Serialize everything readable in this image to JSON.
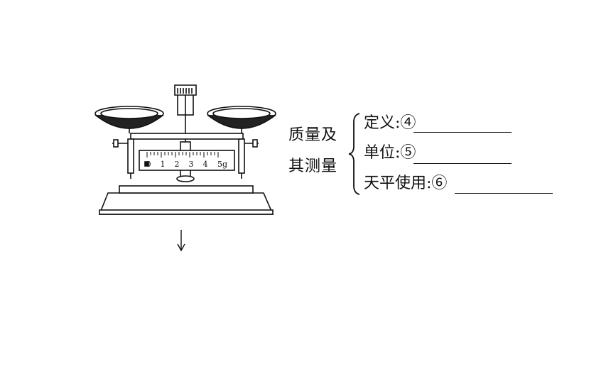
{
  "scale_labels": [
    "0",
    "1",
    "2",
    "3",
    "4",
    "5g"
  ],
  "topic": {
    "line1": "质量及",
    "line2": "其测量"
  },
  "items": [
    {
      "label": "定义:",
      "marker": "④"
    },
    {
      "label": "单位:",
      "marker": "⑤"
    },
    {
      "label": "天平使用:",
      "marker": "⑥"
    }
  ]
}
